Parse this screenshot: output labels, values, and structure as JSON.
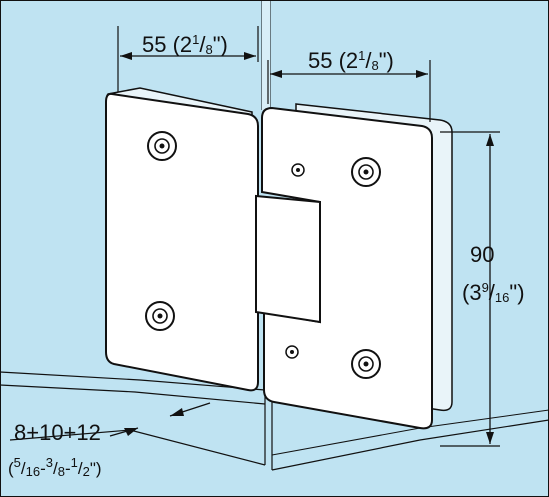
{
  "dimensions": {
    "top_left": {
      "value": "55 (2",
      "whole": "1",
      "frac_den": "8",
      "close": "\")"
    },
    "top_right": {
      "value": "55 (2",
      "whole": "1",
      "frac_den": "8",
      "close": "\")"
    },
    "height": {
      "value": "90",
      "paren_open": "(3",
      "frac_num": "9",
      "frac_den": "16",
      "paren_close": "\")"
    },
    "glass": {
      "value": "8+10+12",
      "f1_num": "5",
      "f1_den": "16",
      "f2_num": "3",
      "f2_den": "8",
      "f3_num": "1",
      "f3_den": "2",
      "close": "\")"
    }
  },
  "colors": {
    "background": "#ffffff",
    "wall": "#bfe3f2",
    "wall_dark": "#a8d3e6",
    "glass_edge": "#d8eef7",
    "metal": "#ffffff",
    "outline": "#111111"
  },
  "icons": {
    "screw": "countersunk-screw-icon",
    "dowel": "dowel-pin-icon"
  }
}
